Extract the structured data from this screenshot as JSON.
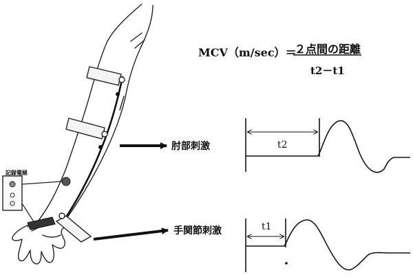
{
  "formula": {
    "left": "MCV（m/sec）＝",
    "numerator": "２点間の距離",
    "denominator": "t2－t1"
  },
  "stimulation": {
    "elbow_label": "肘部刺激",
    "wrist_label": "手関節刺激"
  },
  "waveforms": {
    "elbow_latency_label": "t2",
    "wrist_latency_label": "t1"
  },
  "recording": {
    "label": "記録電極"
  }
}
